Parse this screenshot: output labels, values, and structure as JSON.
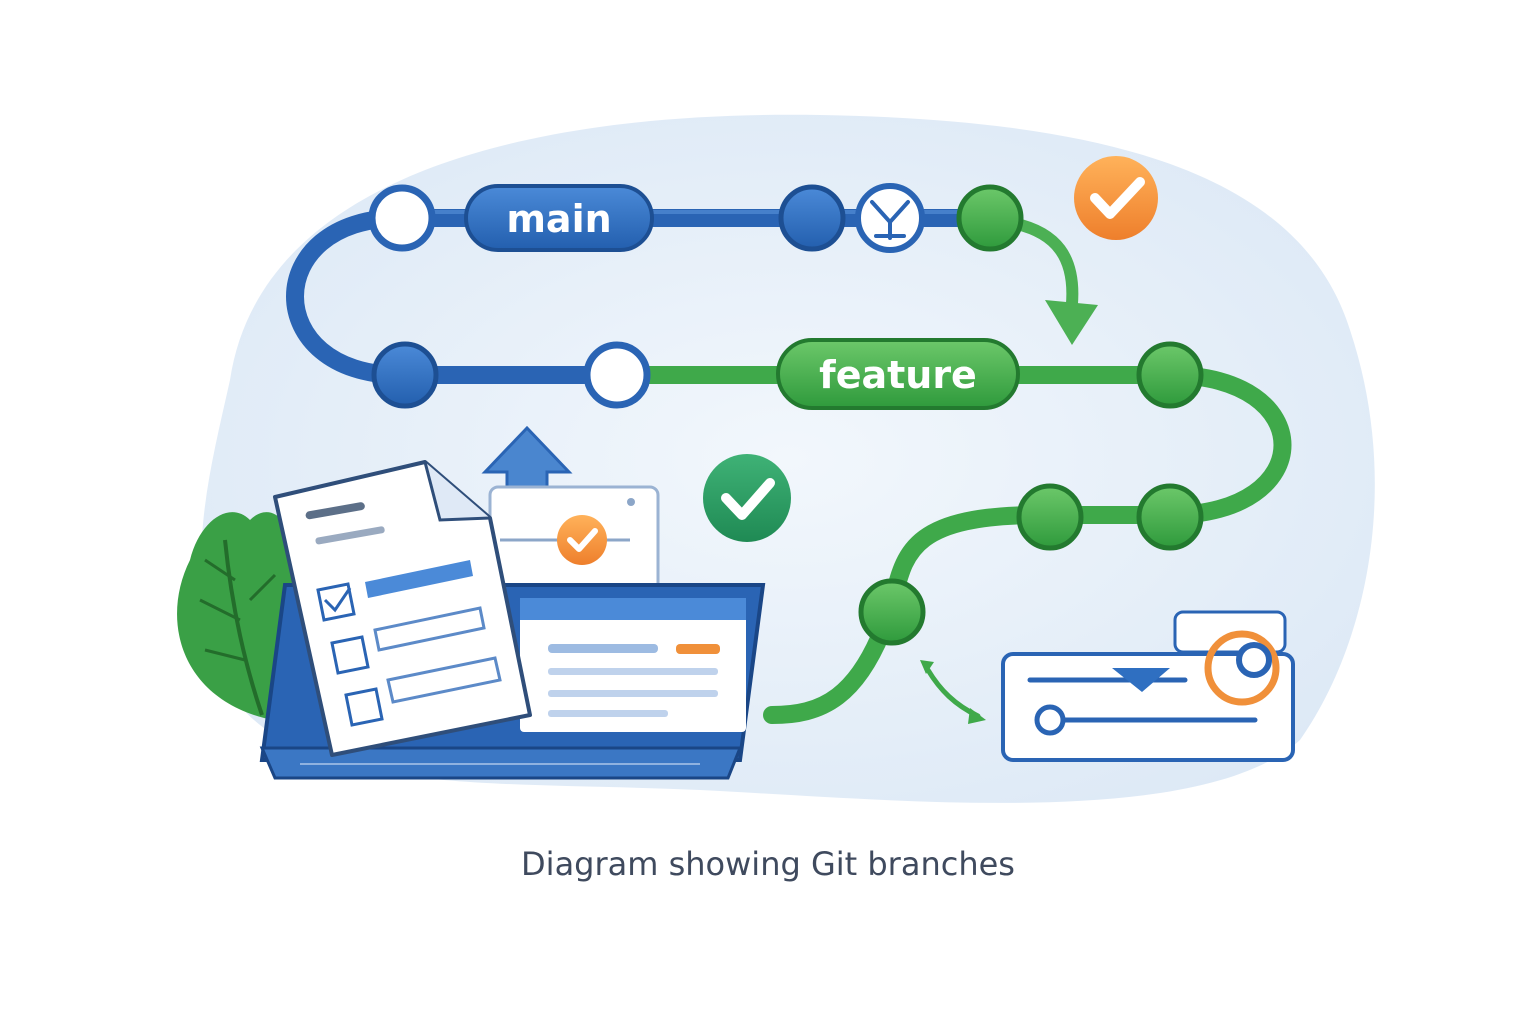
{
  "labels": {
    "main_branch": "main",
    "feature_branch": "feature"
  },
  "caption": "Diagram showing Git branches",
  "colors": {
    "main_blue": "#2f6fc1",
    "feature_green": "#3fa94a",
    "accent_orange": "#f0903a",
    "backdrop": "#e4eef8"
  },
  "icons": [
    "check-icon",
    "merge-icon",
    "up-arrow-icon",
    "leaf-icon",
    "laptop-icon",
    "document-icon",
    "settings-card-icon"
  ]
}
